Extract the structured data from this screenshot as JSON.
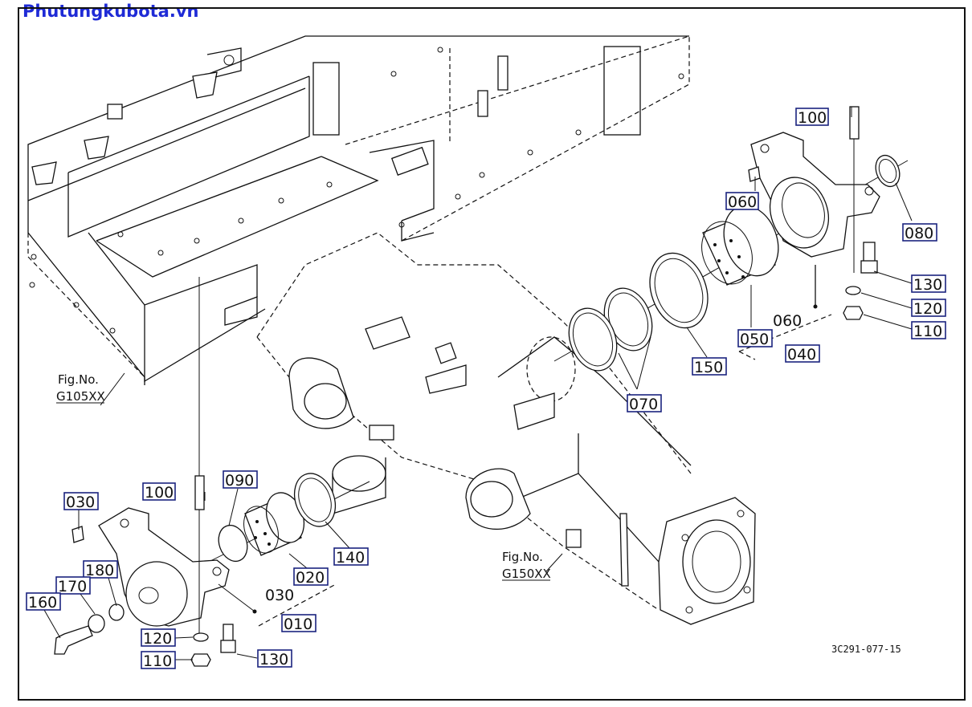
{
  "header": {
    "site_title": "Phutungkubota.vn"
  },
  "figure_refs": [
    {
      "prefix": "Fig.No.",
      "code": "G105XX"
    },
    {
      "prefix": "Fig.No.",
      "code": "G150XX"
    }
  ],
  "part_labels": {
    "p100_top": "100",
    "p060_top": "060",
    "p080": "080",
    "p130_top": "130",
    "p120_top": "120",
    "p110_top": "110",
    "p060_asm": "060",
    "p050": "050",
    "p040": "040",
    "p150": "150",
    "p070": "070",
    "p100_bot": "100",
    "p090": "090",
    "p030_top": "030",
    "p180": "180",
    "p170": "170",
    "p160": "160",
    "p020": "020",
    "p140": "140",
    "p030_asm": "030",
    "p010": "010",
    "p120_bot": "120",
    "p110_bot": "110",
    "p130_bot": "130"
  },
  "drawing_code": "3C291-077-15"
}
